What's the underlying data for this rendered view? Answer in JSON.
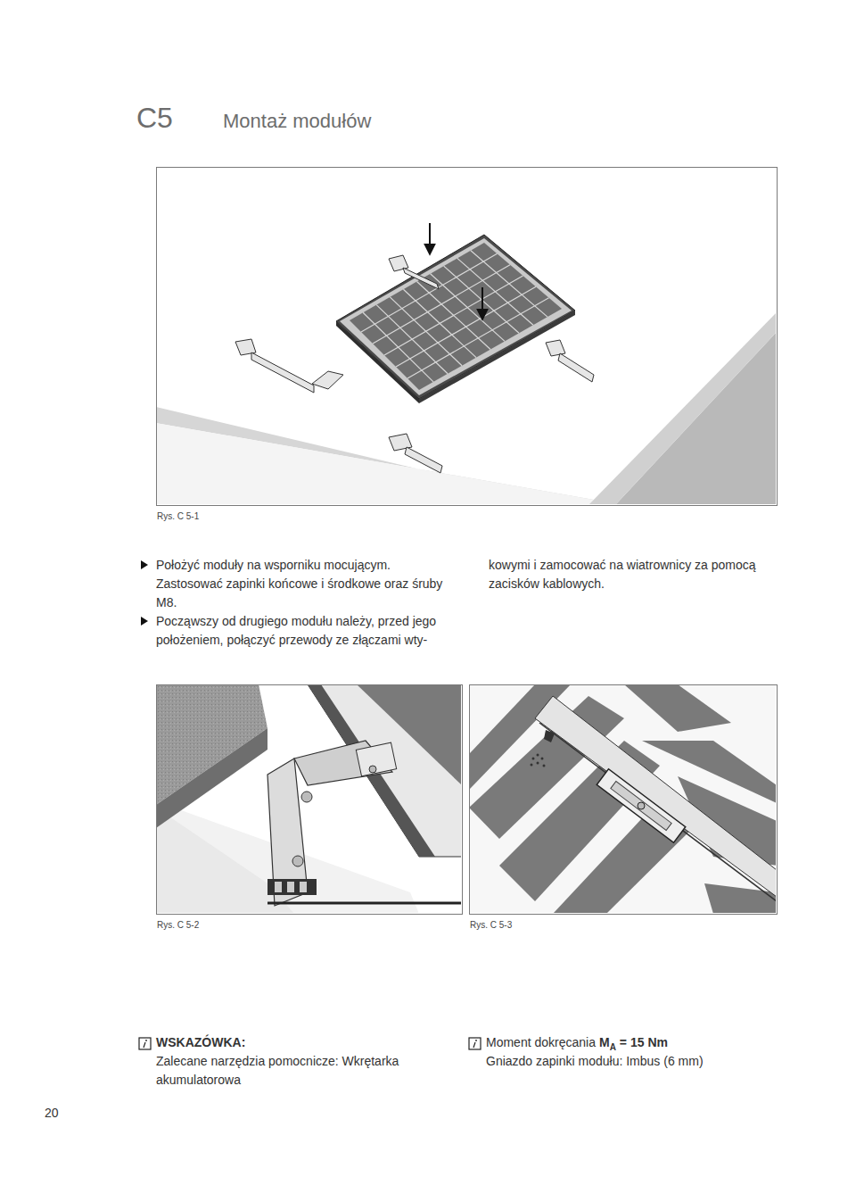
{
  "diagram": {
    "title": "Montaż modułów",
    "nodes": [
      {
        "text": [
          "Rys. C 5-1"
        ]
      },
      {
        "text": [
          "Rys. C 5-2"
        ]
      },
      {
        "text": [
          "Rys. C 5-3"
        ]
      }
    ],
    "labels": [
      "C5",
      "Położyć moduły na wsporniku mocującym. Zastosować zapinki końcowe i środkowe oraz śruby M8.",
      "Począwszy od drugiego modułu należy, przed jego położeniem, połączyć przewody ze złączami wty-",
      "kowymi i zamocować na wiatrownicy za pomocą zacisków kablowych.",
      "WSKAZÓWKA:",
      "Zalecane narzędzia pomocnicze: Wkrętarka akumulatorowa",
      "Moment dokręcania",
      "M",
      "A",
      "= 15 Nm",
      "Gniazdo zapinki modułu: Imbus (6 mm)",
      "20"
    ]
  }
}
